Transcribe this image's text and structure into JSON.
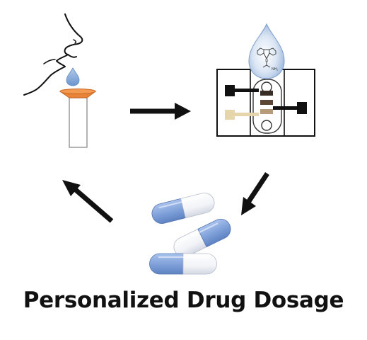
{
  "caption": "Personalized Drug Dosage",
  "molecule_label": "NH₂",
  "molecule_n_label": "N",
  "colors": {
    "arrow": "#111111",
    "drop_blue": "#7fa6d6",
    "funnel_orange": "#e8833a",
    "capsule_blue": "#7d9fd8",
    "chip_tan": "#e6d4aa",
    "chip_dark": "#111111"
  },
  "icons": {
    "face": "face-profile-icon",
    "drop": "saliva-drop-icon",
    "tube": "collection-tube-icon",
    "sensor": "sensor-chip-icon",
    "capsules": "capsule-pills-icon"
  }
}
